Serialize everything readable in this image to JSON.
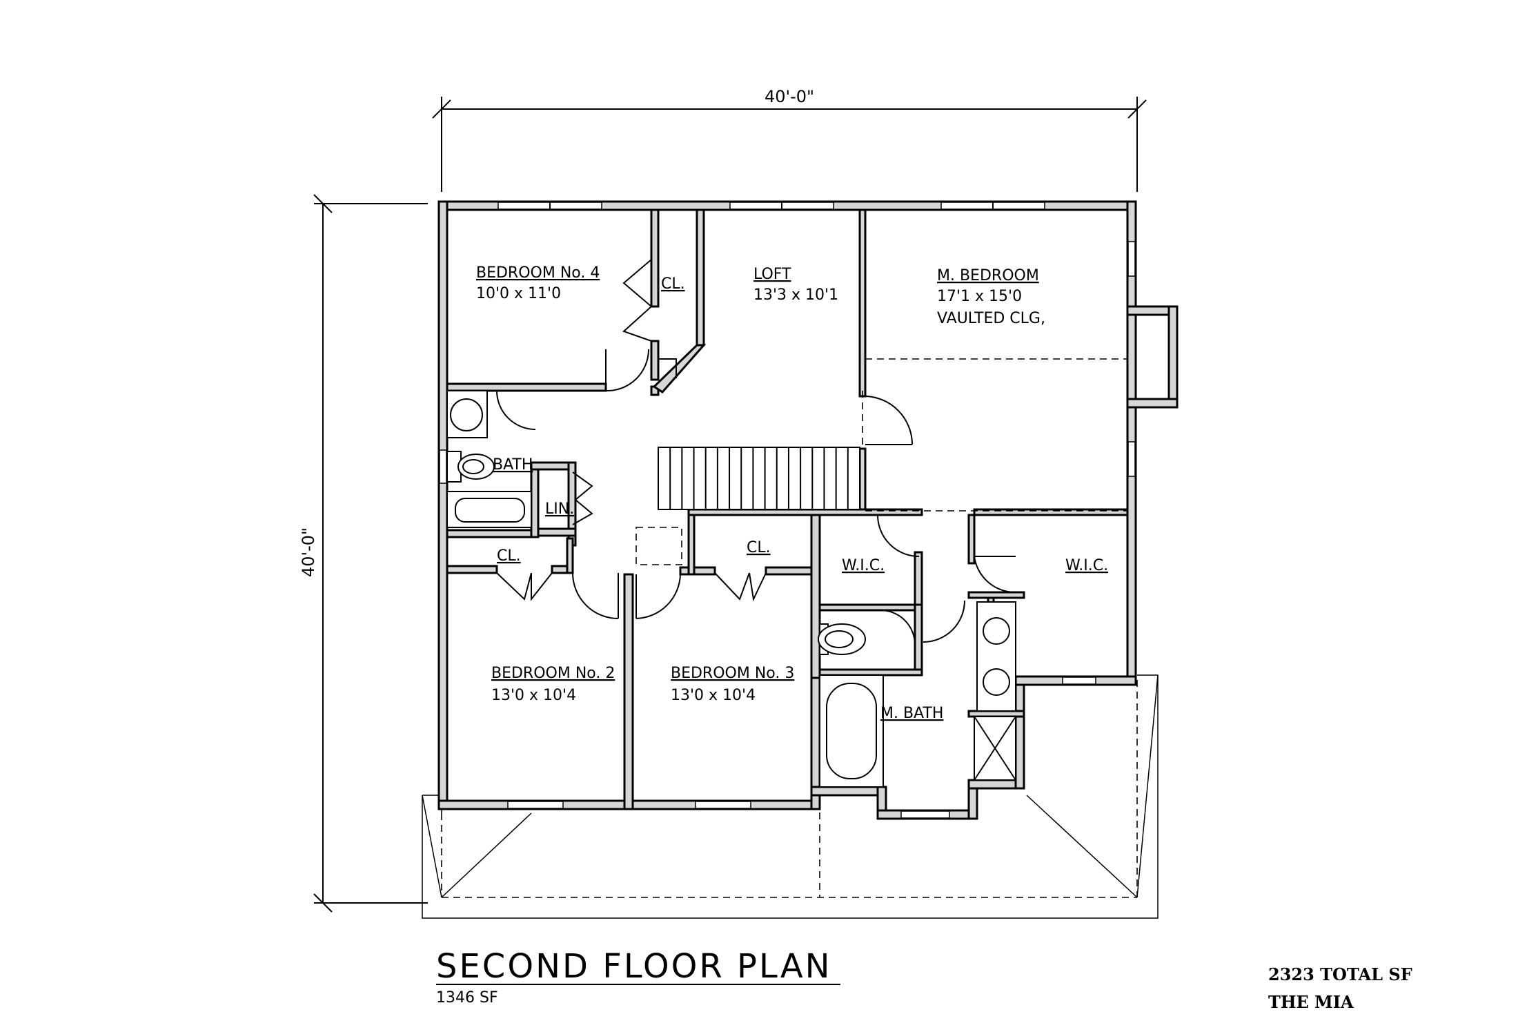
{
  "dimensions": {
    "width": "40'-0\"",
    "height": "40'-0\""
  },
  "rooms": {
    "bedroom4": {
      "name": "BEDROOM No. 4",
      "dims": "10'0 x 11'0"
    },
    "loft": {
      "name": "LOFT",
      "dims": "13'3 x 10'1"
    },
    "master": {
      "name": "M. BEDROOM",
      "dims": "17'1 x 15'0",
      "note": "VAULTED CLG,"
    },
    "closet4": {
      "name": "CL."
    },
    "bath": {
      "name": "BATH"
    },
    "linen": {
      "name": "LIN."
    },
    "closet2": {
      "name": "CL."
    },
    "closet3": {
      "name": "CL."
    },
    "wic1": {
      "name": "W.I.C."
    },
    "wic2": {
      "name": "W.I.C."
    },
    "bedroom2": {
      "name": "BEDROOM No. 2",
      "dims": "13'0 x 10'4"
    },
    "bedroom3": {
      "name": "BEDROOM No. 3",
      "dims": "13'0 x 10'4"
    },
    "mbath": {
      "name": "M. BATH"
    }
  },
  "title": {
    "main": "SECOND FLOOR PLAN",
    "sf": "1346 SF"
  },
  "summary": {
    "total": "2323 TOTAL SF",
    "name": "THE MIA"
  }
}
